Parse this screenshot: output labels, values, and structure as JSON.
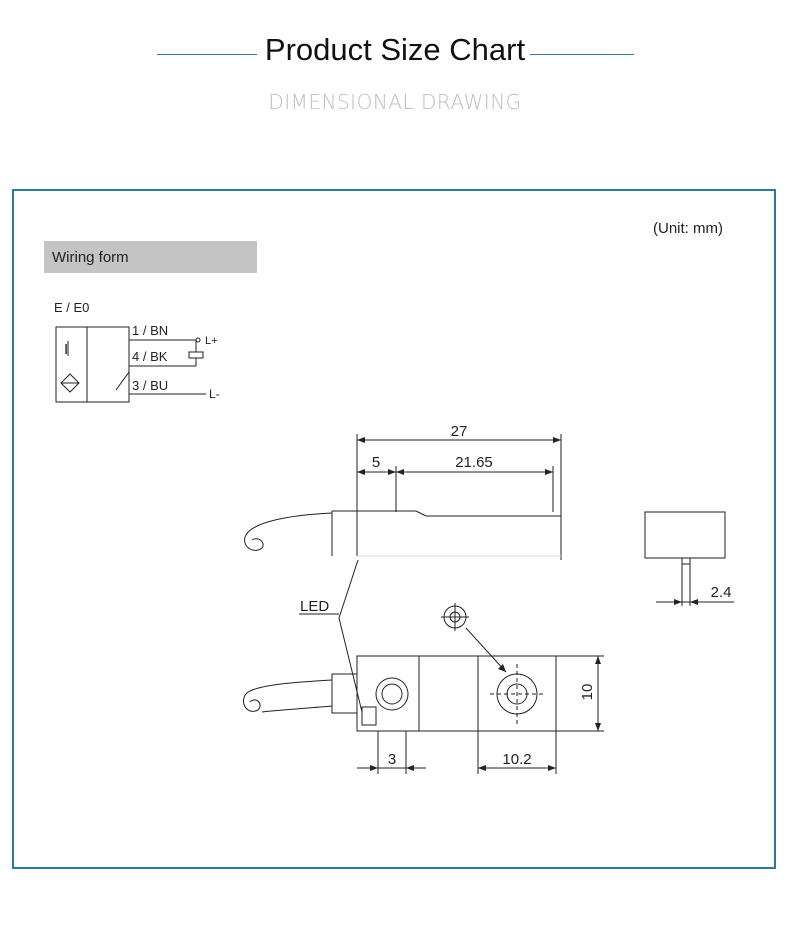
{
  "header": {
    "title": "Product Size Chart",
    "subtitle": "DIMENSIONAL DRAWING"
  },
  "unit_label": "(Unit: mm)",
  "wiring": {
    "section_label": "Wiring form",
    "model_label": "E / E0",
    "symbol_letter": "I",
    "wires": [
      {
        "label": "1 / BN",
        "terminal": "L+"
      },
      {
        "label": "4 / BK",
        "terminal": ""
      },
      {
        "label": "3 / BU",
        "terminal": "L-"
      }
    ]
  },
  "drawing": {
    "dim_overall_length": "27",
    "dim_front_offset": "5",
    "dim_body_length": "21.65",
    "dim_side_width": "2.4",
    "dim_height": "10",
    "dim_led_offset": "3",
    "dim_hole_spacing": "10.2",
    "led_label": "LED"
  },
  "colors": {
    "accent": "#2a7a98",
    "tag_bg": "#c4c4c4",
    "line": "#222222"
  }
}
